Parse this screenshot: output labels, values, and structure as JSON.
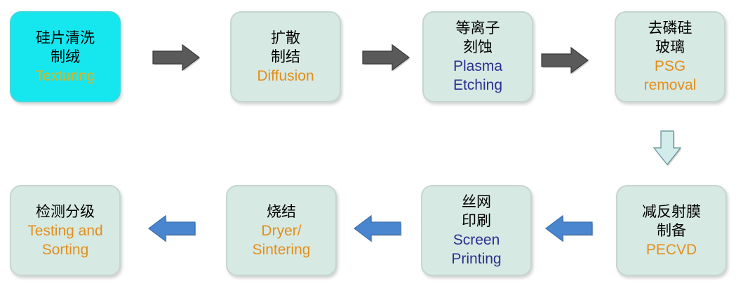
{
  "colors": {
    "box_fill": "#d7e9e3",
    "highlight_fill": "#16e7ee",
    "chinese_text": "#000000",
    "orange_text": "#e28f1a",
    "navy_text": "#2b2f8f",
    "arrow_gray": "#5a5a5a",
    "arrow_blue": "#4a86cf",
    "arrow_light": "#d2ebeb"
  },
  "steps": [
    {
      "zh": [
        "硅片清洗",
        "制绒"
      ],
      "en": [
        "Texturing"
      ],
      "en_color": "#e0b31b",
      "highlight": true
    },
    {
      "zh": [
        "扩散",
        "制结"
      ],
      "en": [
        "Diffusion"
      ],
      "en_color": "#e28f1a",
      "highlight": false
    },
    {
      "zh": [
        "等离子",
        "刻蚀"
      ],
      "en": [
        "Plasma",
        "Etching"
      ],
      "en_color": "#2b2f8f",
      "highlight": false
    },
    {
      "zh": [
        "去磷硅",
        "玻璃"
      ],
      "en": [
        "PSG",
        "removal"
      ],
      "en_color": "#e28f1a",
      "highlight": false
    },
    {
      "zh": [
        "减反射膜",
        "制备"
      ],
      "en": [
        "PECVD"
      ],
      "en_color": "#e28f1a",
      "highlight": false
    },
    {
      "zh": [
        "丝网",
        "印刷"
      ],
      "en": [
        "Screen",
        "Printing"
      ],
      "en_color": "#2b2f8f",
      "highlight": false
    },
    {
      "zh": [
        "烧结"
      ],
      "en": [
        "Dryer/",
        "Sintering"
      ],
      "en_color": "#e28f1a",
      "highlight": false
    },
    {
      "zh": [
        "检测分级"
      ],
      "en": [
        "Testing and",
        "Sorting"
      ],
      "en_color": "#e28f1a",
      "highlight": false
    }
  ],
  "arrows": [
    {
      "direction": "right",
      "style": "gray"
    },
    {
      "direction": "right",
      "style": "gray"
    },
    {
      "direction": "right",
      "style": "gray"
    },
    {
      "direction": "down",
      "style": "light"
    },
    {
      "direction": "left",
      "style": "blue"
    },
    {
      "direction": "left",
      "style": "blue"
    },
    {
      "direction": "left",
      "style": "blue"
    }
  ]
}
